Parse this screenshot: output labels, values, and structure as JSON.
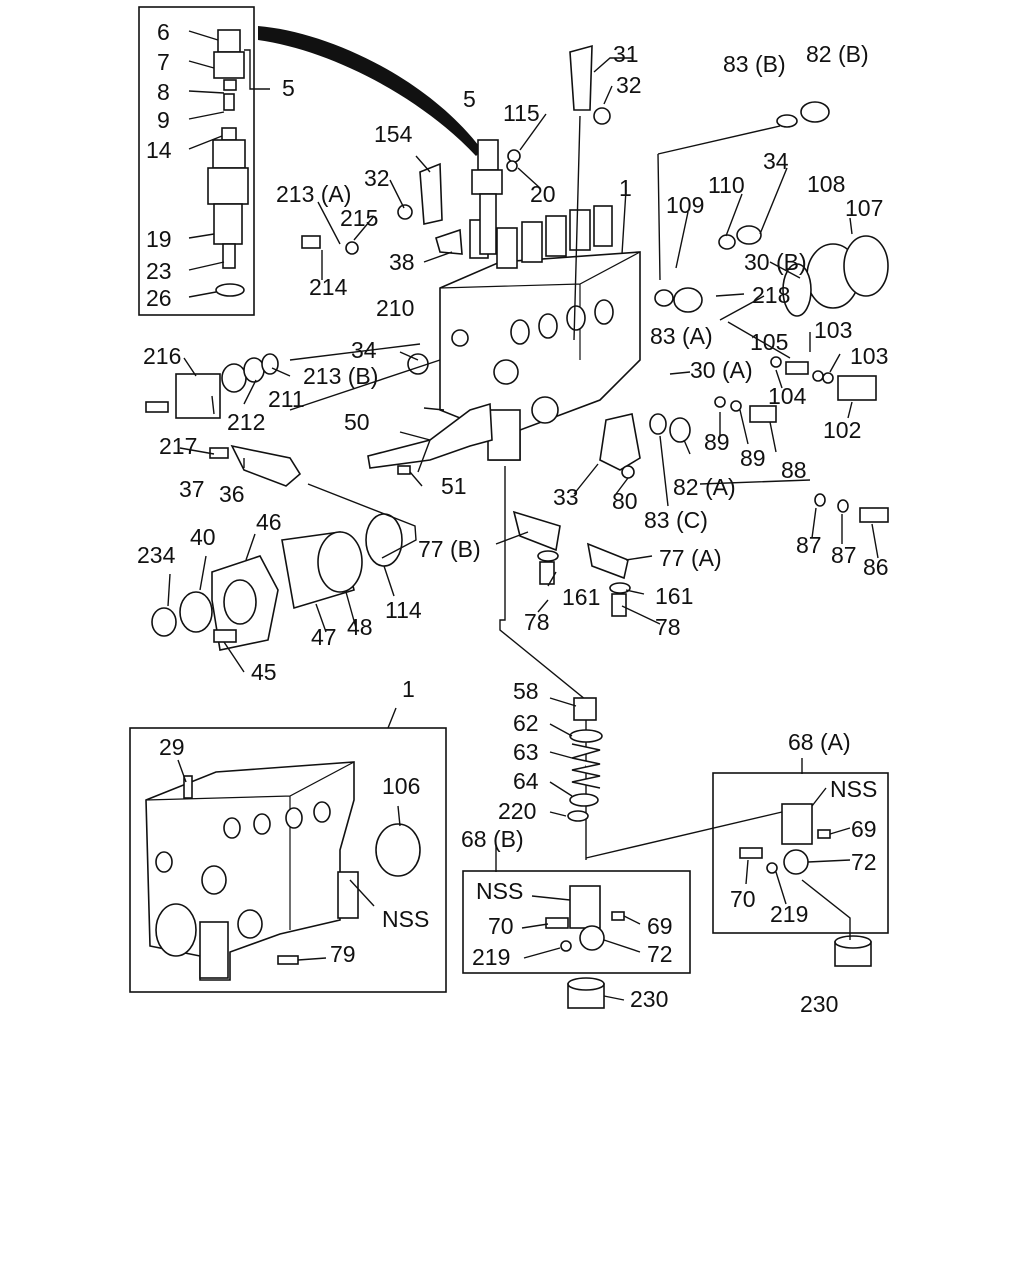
{
  "labels": {
    "l6": "6",
    "l7": "7",
    "l8": "8",
    "l9": "9",
    "l5a": "5",
    "l14": "14",
    "l19": "19",
    "l23": "23",
    "l26": "26",
    "l5b": "5",
    "l115": "115",
    "l20": "20",
    "l154": "154",
    "l32a": "32",
    "l213a": "213 (A)",
    "l215": "215",
    "l214": "214",
    "l38": "38",
    "l31": "31",
    "l32b": "32",
    "l83b": "83 (B)",
    "l82b": "82 (B)",
    "l1a": "1",
    "l34a": "34",
    "l110": "110",
    "l109": "109",
    "l108": "108",
    "l107": "107",
    "l30b": "30 (B)",
    "l218": "218",
    "l210": "210",
    "l83a": "83 (A)",
    "l105": "105",
    "l103a": "103",
    "l103b": "103",
    "l216": "216",
    "l34b": "34",
    "l213b": "213 (B)",
    "l211": "211",
    "l212": "212",
    "l30a": "30 (A)",
    "l104": "104",
    "l102": "102",
    "l217": "217",
    "l50": "50",
    "l89a": "89",
    "l89b": "89",
    "l88": "88",
    "l37": "37",
    "l36": "36",
    "l51": "51",
    "l82a": "82 (A)",
    "l33": "33",
    "l80": "80",
    "l83c": "83 (C)",
    "l87a": "87",
    "l87b": "87",
    "l86": "86",
    "l77b": "77 (B)",
    "l77a": "77 (A)",
    "l234": "234",
    "l40": "40",
    "l46": "46",
    "l114": "114",
    "l48": "48",
    "l47": "47",
    "l45": "45",
    "l161a": "161",
    "l161b": "161",
    "l78a": "78",
    "l78b": "78",
    "l1b": "1",
    "l29": "29",
    "l106": "106",
    "lnss1": "NSS",
    "l79": "79",
    "l58": "58",
    "l62": "62",
    "l63": "63",
    "l64": "64",
    "l220": "220",
    "l68b": "68 (B)",
    "lnss2": "NSS",
    "l70a": "70",
    "l69a": "69",
    "l219a": "219",
    "l72a": "72",
    "l230a": "230",
    "l68a": "68 (A)",
    "lnss3": "NSS",
    "l69b": "69",
    "l72b": "72",
    "l70b": "70",
    "l219b": "219",
    "l230b": "230"
  }
}
